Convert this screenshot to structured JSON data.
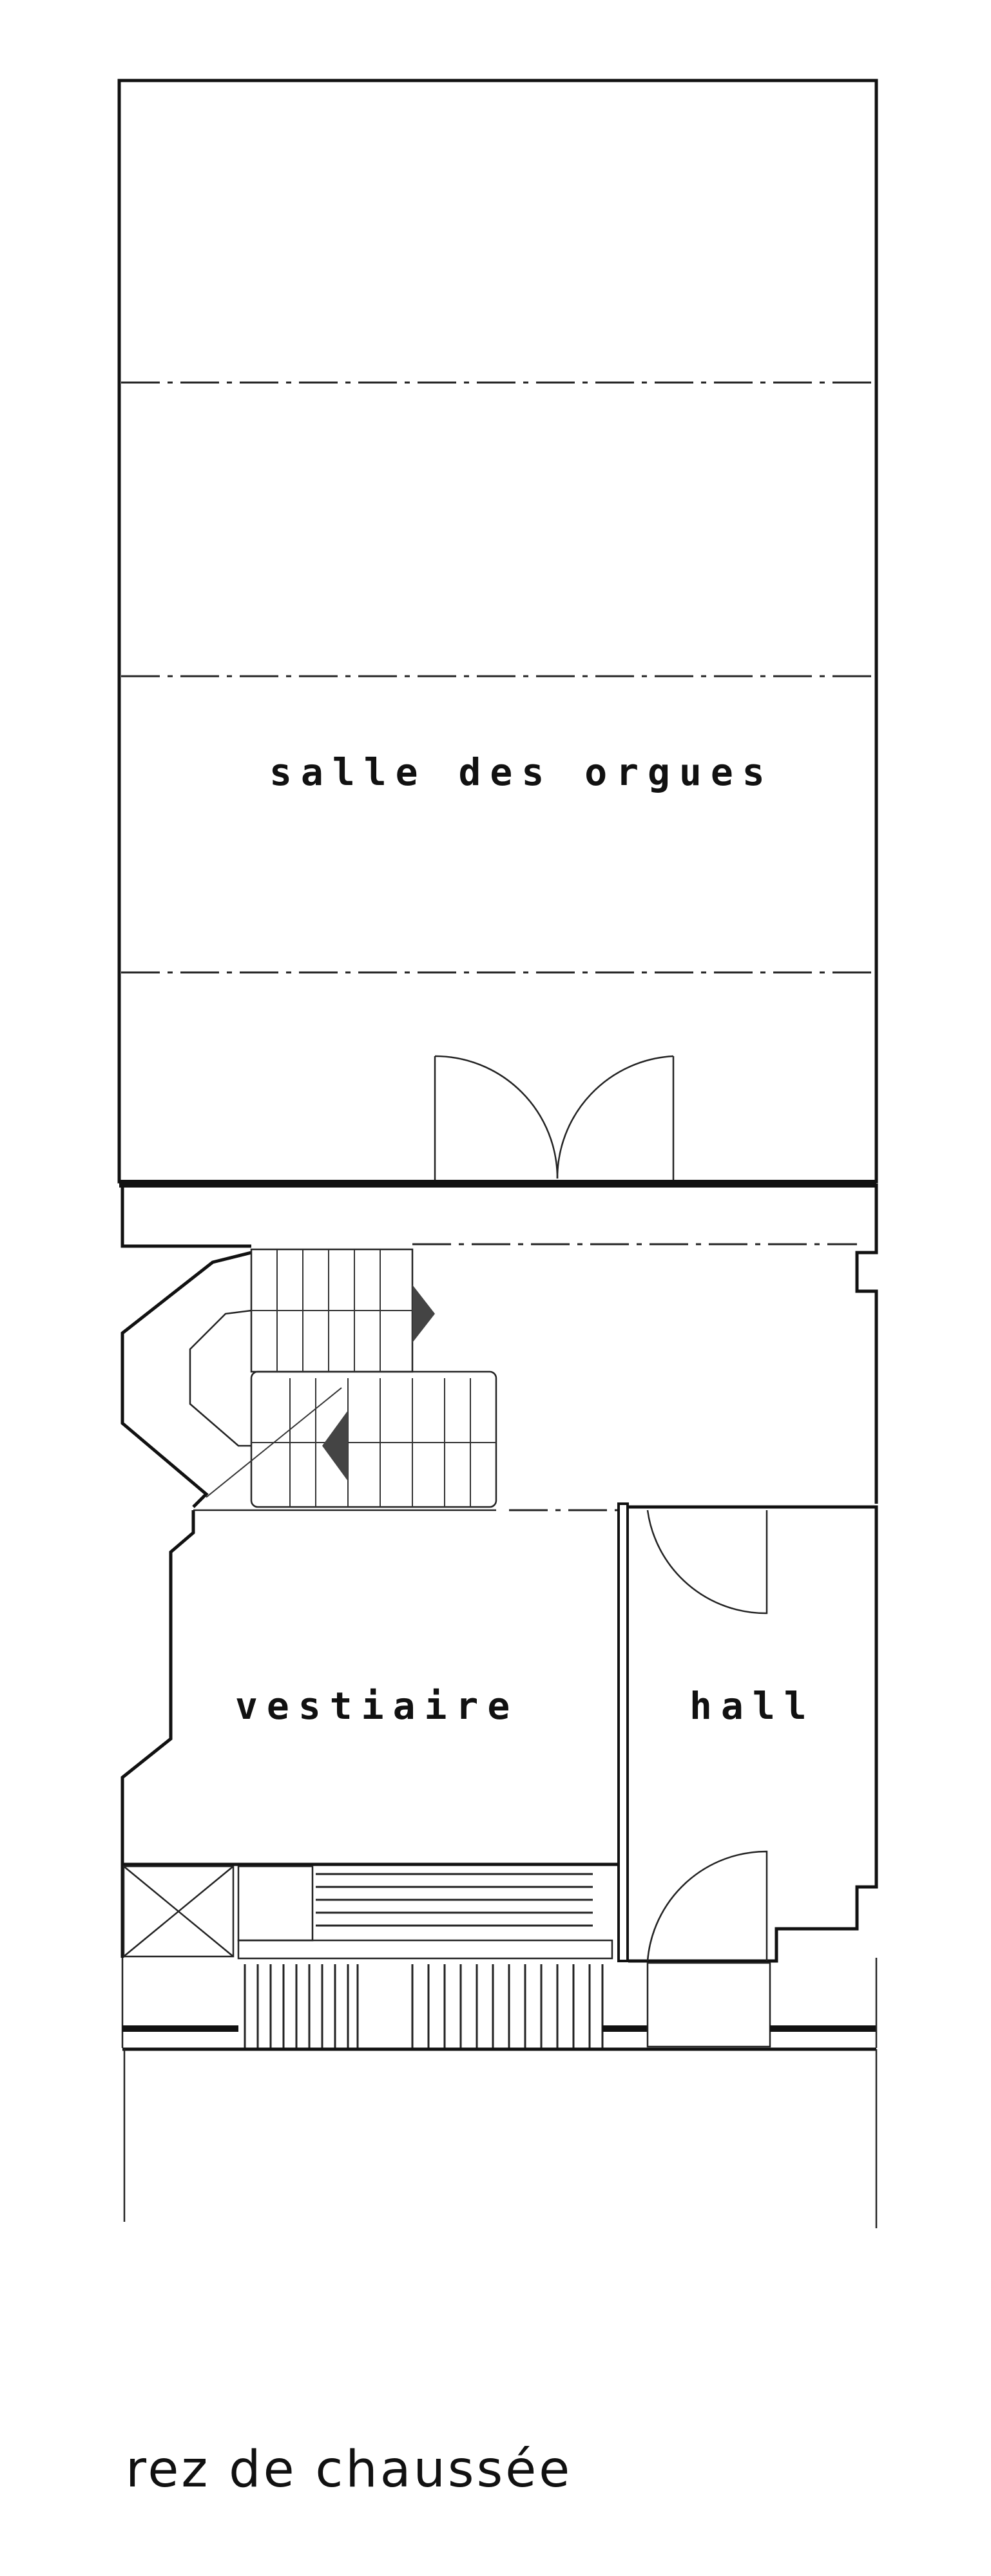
{
  "rooms": {
    "organ_hall": "salle des orgues",
    "cloakroom": "vestiaire",
    "hall": "hall"
  },
  "caption": "rez de chaussée"
}
